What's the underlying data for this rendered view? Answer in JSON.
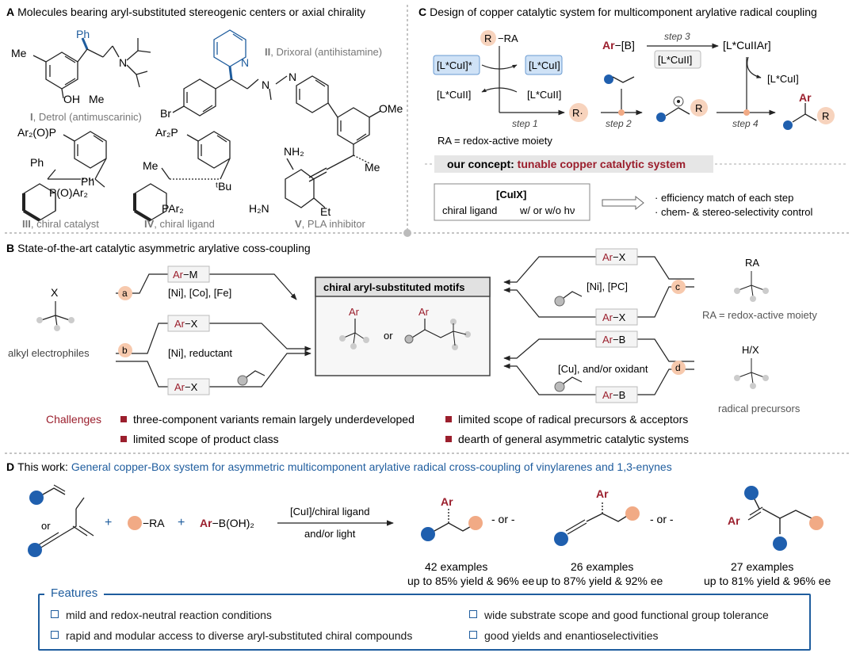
{
  "colors": {
    "blue": "#1f5d9e",
    "red": "#9b1f2d",
    "salmon": "#f1aa85",
    "dotblue": "#1f5fae",
    "gray": "#b8b8b8",
    "boxblue": "#cfe2f6"
  },
  "panelA": {
    "letter": "A",
    "title": "Molecules bearing aryl-substituted stereogenic centers or axial chirality",
    "mol1": {
      "num": "I",
      "name": ", Detrol (antimuscarinic)"
    },
    "mol2": {
      "num": "II",
      "name": ", Drixoral (antihistamine)"
    },
    "mol3": {
      "num": "III",
      "name": ", chiral catalyst"
    },
    "mol4": {
      "num": "IV",
      "name": ", chiral ligand"
    },
    "mol5": {
      "num": "V",
      "name": ", PLA inhibitor"
    },
    "atoms": {
      "me": "Me",
      "ph": "Ph",
      "n": "N",
      "oh": "OH",
      "br": "Br",
      "ar2op": "Ar₂(O)P",
      "ar2p": "Ar₂P",
      "poar2": "P(O)Ar₂",
      "par2": "PAr₂",
      "tbu": "ᵗBu",
      "ome": "OMe",
      "nh2": "NH₂",
      "h2n": "H₂N",
      "et": "Et"
    }
  },
  "panelB": {
    "letter": "B",
    "title": "State-of-the-art catalytic asymmetric arylative coss-coupling",
    "left_label": "alkyl electrophiles",
    "badge_a": "a",
    "badge_b": "b",
    "badge_c": "c",
    "badge_d": "d",
    "ar": "Ar",
    "arm": "−M",
    "arx": "−X",
    "arb": "−B",
    "cat_a": "[Ni], [Co], [Fe]",
    "cat_b": "[Ni], reductant",
    "cat_c": "[Ni], [PC]",
    "cat_d": "[Cu], and/or oxidant",
    "center_title": "chiral aryl-substituted motifs",
    "or": "or",
    "ra": "RA",
    "ra_label": "RA = redox-active moiety",
    "hx": "H/X",
    "precursors": "radical precursors",
    "challenges_label": "Challenges",
    "challenges": [
      "three-component variants remain largely underdeveloped",
      "limited scope of product class",
      "limited scope of radical precursors & acceptors",
      "dearth of general asymmetric catalytic systems"
    ]
  },
  "panelC": {
    "letter": "C",
    "title": "Design of copper catalytic system for multicomponent arylative radical coupling",
    "r": "R",
    "ra": "−RA",
    "lcu1s": "[L*CuI]*",
    "lcu1": "[L*CuI]",
    "lcu2": "[L*CuII]",
    "ar": "Ar",
    "b": "−[B]",
    "arcu": "[L*CuIIAr]",
    "step1": "step 1",
    "step2": "step 2",
    "step3": "step 3",
    "step4": "step 4",
    "rdot": "R·",
    "ra_def": "RA = redox-active moiety",
    "concept_a": "our concept: ",
    "concept_b": "tunable copper catalytic system",
    "cux": "[CuIX]",
    "chiral_ligand": "chiral ligand",
    "light": "w/ or w/o hν",
    "benefits": [
      "· efficiency match of each step",
      "· chem- & stereo-selectivity control"
    ]
  },
  "panelD": {
    "letter": "D",
    "title_a": "This work: ",
    "title_b": "General copper-Box system for asymmetric multicomponent arylative radical cross-coupling of vinylarenes and 1,3-enynes",
    "or": "or",
    "plus": "+",
    "ra": "−RA",
    "ar": "Ar",
    "boh": "−B(OH)₂",
    "cond1": "[CuI]/chiral ligand",
    "cond2": "and/or light",
    "sep": "- or -",
    "products": [
      {
        "examples": "42 examples",
        "yield": "up to 85% yield & 96% ee"
      },
      {
        "examples": "26 examples",
        "yield": "up to 87% yield & 92% ee"
      },
      {
        "examples": "27 examples",
        "yield": "up to 81% yield & 96% ee"
      }
    ]
  },
  "features": {
    "title": "Features",
    "items": [
      "mild and redox-neutral reaction conditions",
      "wide substrate scope and good functional group tolerance",
      "rapid and modular access to diverse aryl-substituted chiral compounds",
      "good yields and enantioselectivities"
    ]
  }
}
